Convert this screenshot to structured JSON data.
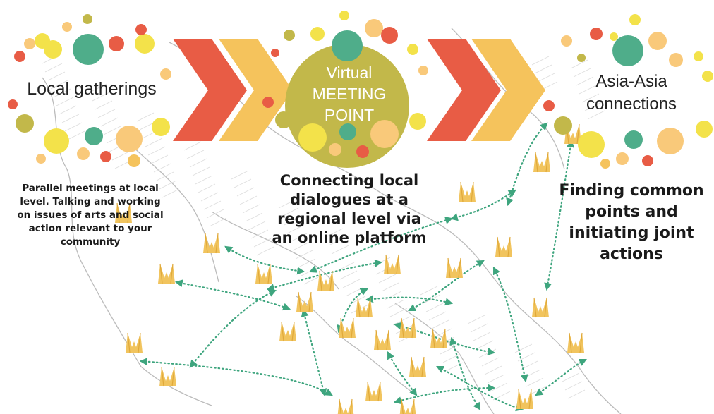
{
  "columns": {
    "local": {
      "title": "Local gatherings",
      "description": "Parallel meetings at local level. Talking and working on issues of arts and social action relevant to your community"
    },
    "virtual": {
      "title_line1": "Virtual",
      "title_line2": "MEETING",
      "title_line3": "POINT",
      "description": "Connecting local dialogues at a regional level via an online platform"
    },
    "asia": {
      "title_line1": "Asia-Asia",
      "title_line2": "connections",
      "description": "Finding common points and initiating joint actions"
    }
  },
  "colors": {
    "red": "#e85c45",
    "orange": "#f5c35c",
    "light_orange": "#f9c97a",
    "yellow": "#f3e24a",
    "teal": "#4fad8a",
    "olive": "#c2b84a",
    "marker": "#f1c45e",
    "arrow_dots": "#3ea57e",
    "map_lines": "#bbbbbb"
  },
  "icons": {
    "chevron": "chevron-right-icon",
    "marker": "meeting-marker-icon"
  }
}
